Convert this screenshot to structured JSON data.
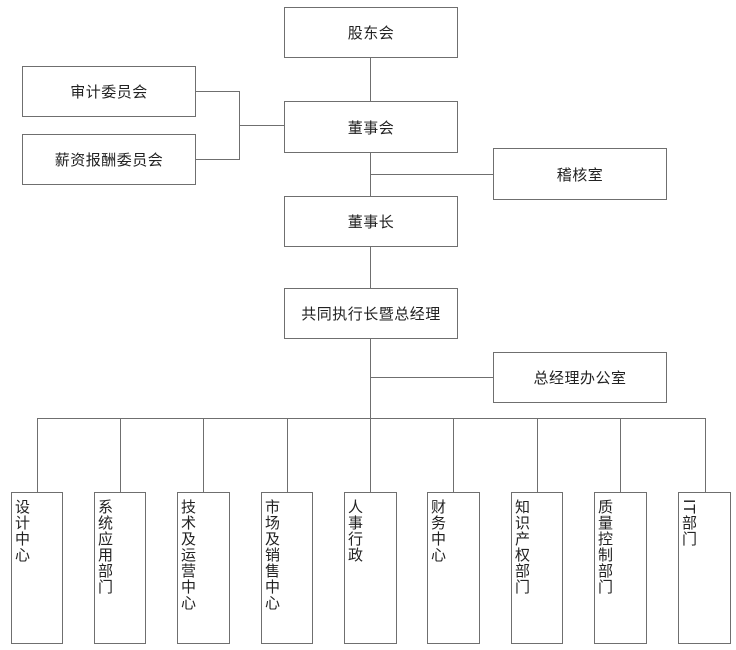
{
  "nodes": {
    "shareholders": "股东会",
    "audit_committee": "审计委员会",
    "compensation_committee": "薪资报酬委员会",
    "board": "董事会",
    "audit_office": "稽核室",
    "chairman": "董事长",
    "ceo_gm": "共同执行长暨总经理",
    "gm_office": "总经理办公室"
  },
  "departments": [
    "设计中心",
    "系统应用部门",
    "技术及运营中心",
    "市场及销售中心",
    "人事行政",
    "财务中心",
    "知识产权部门",
    "质量控制部门",
    "IT部门"
  ]
}
